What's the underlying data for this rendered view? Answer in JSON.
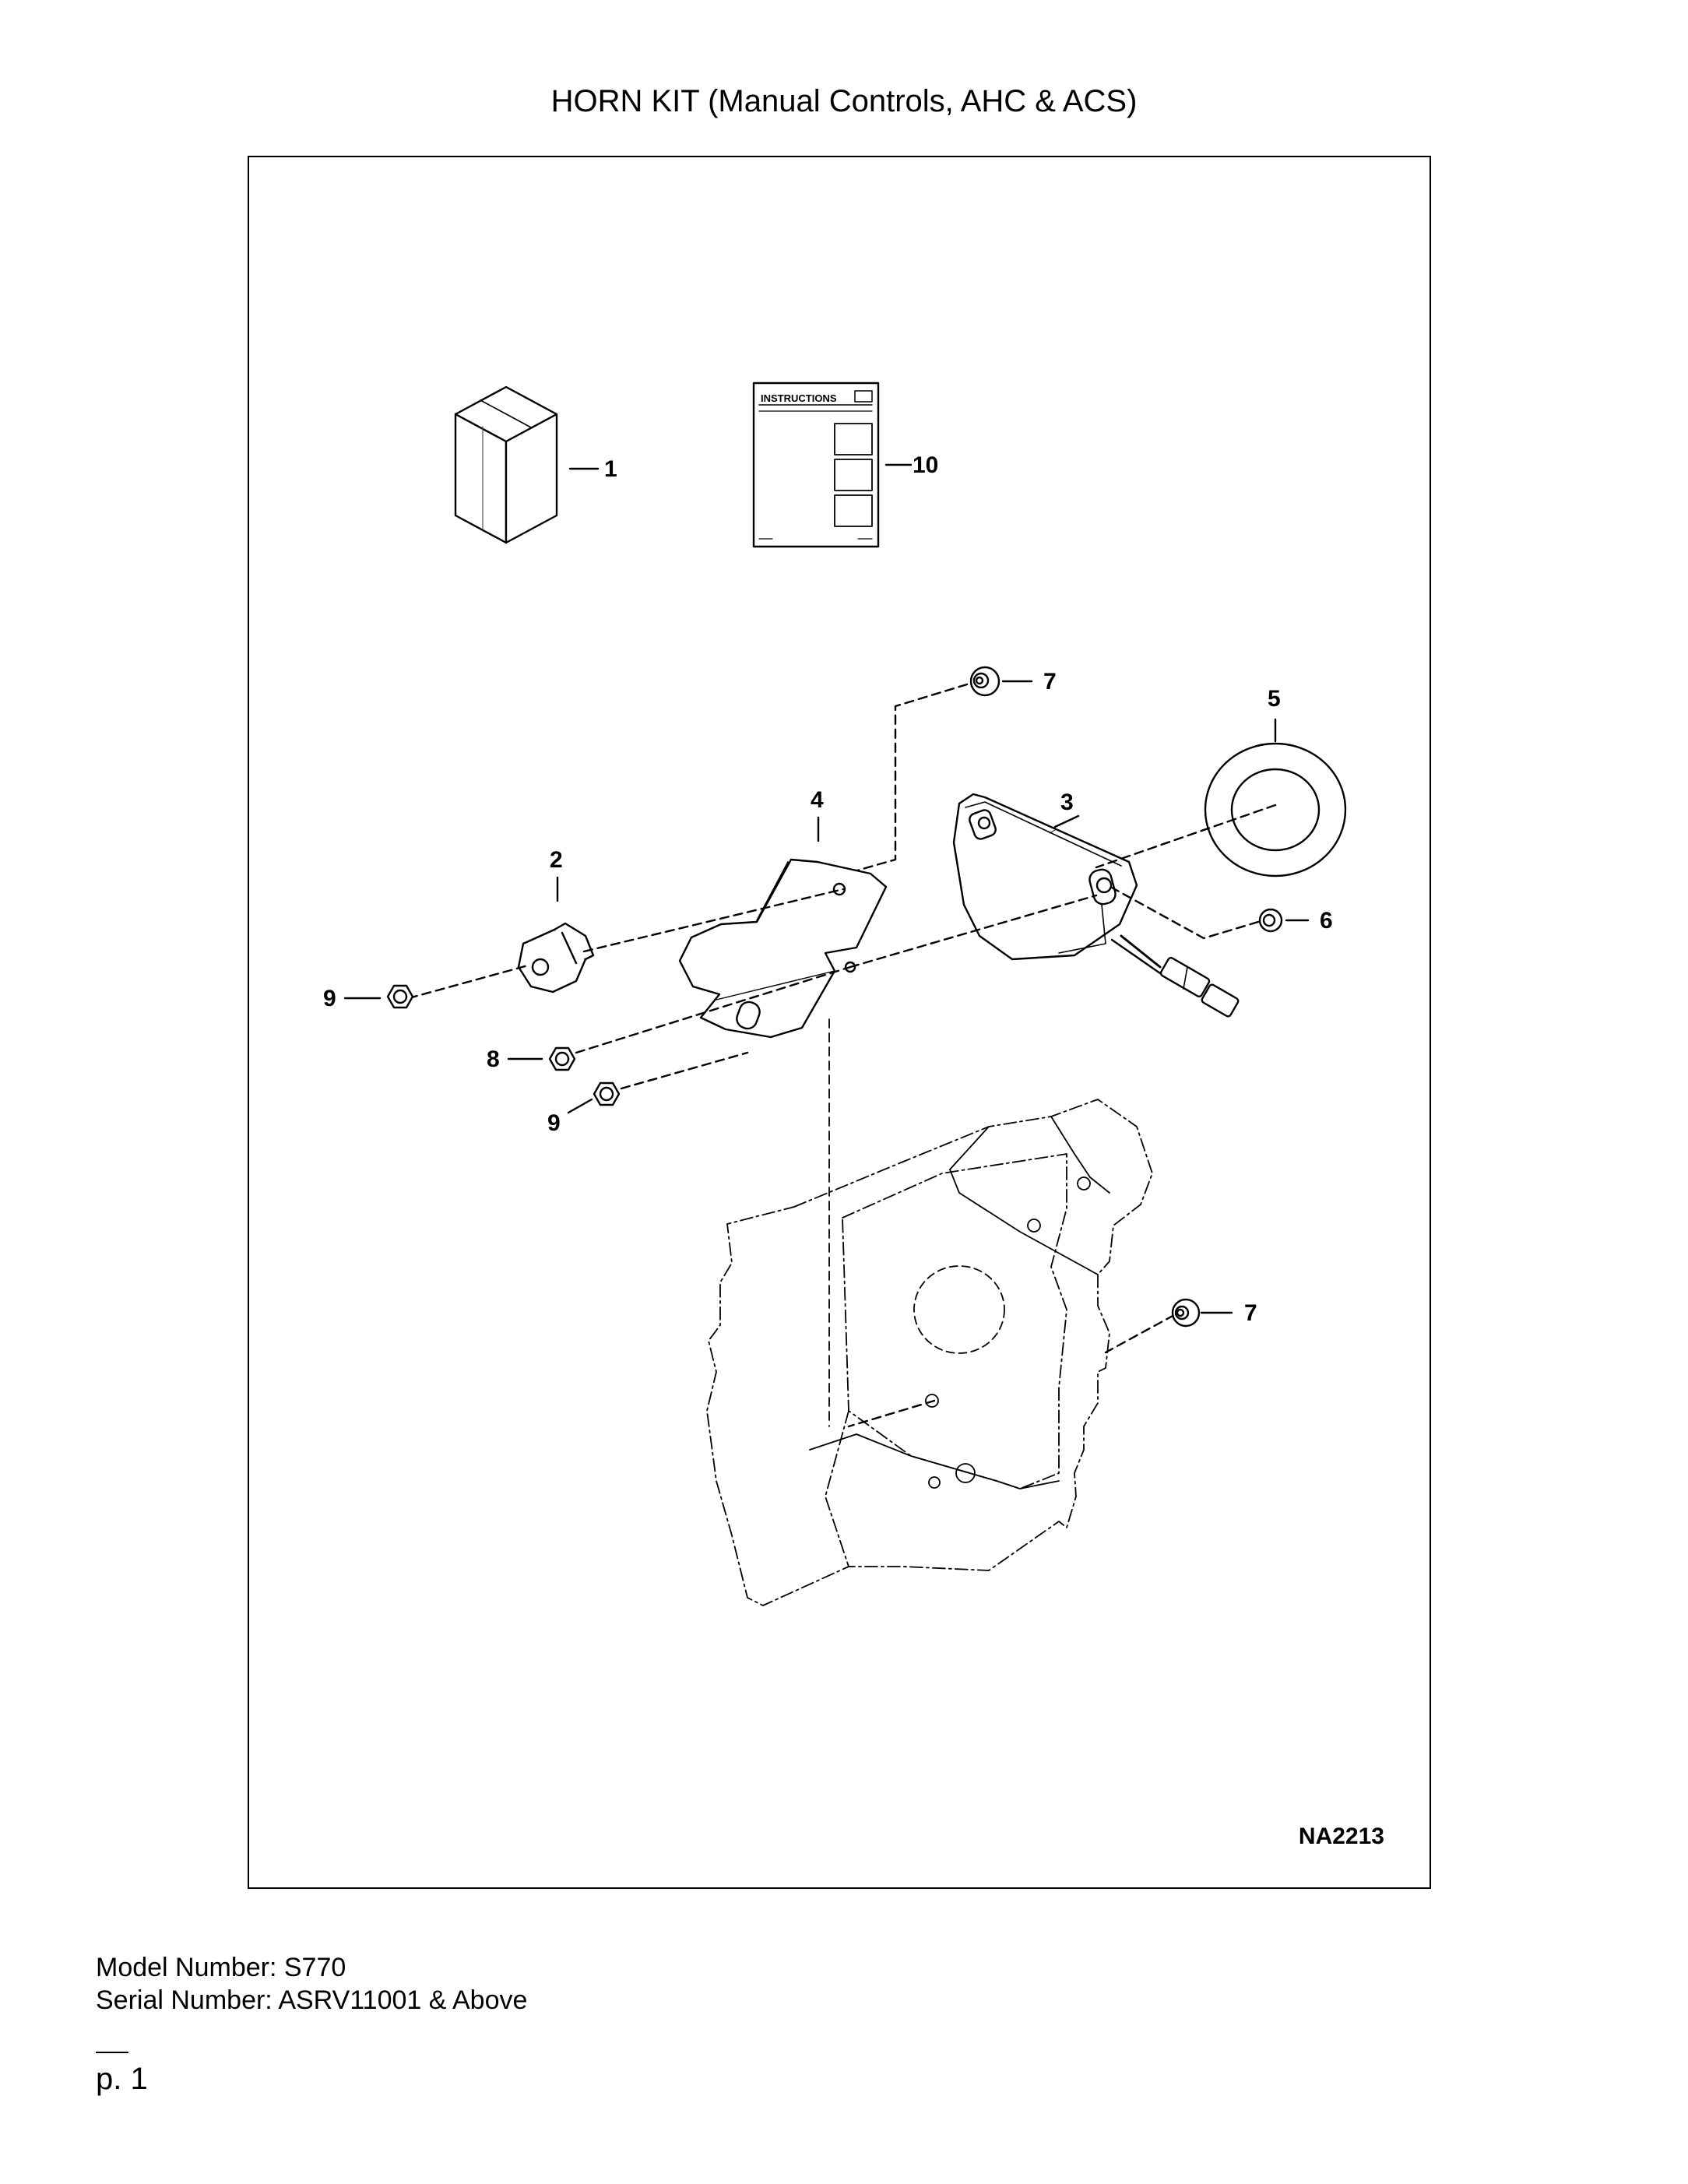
{
  "document": {
    "title": "HORN KIT (Manual Controls, AHC & ACS)",
    "figure_id": "NA2213",
    "instructions_label": "INSTRUCTIONS",
    "callouts": {
      "c1": "1",
      "c2": "2",
      "c3": "3",
      "c4": "4",
      "c5": "5",
      "c6": "6",
      "c7a": "7",
      "c7b": "7",
      "c8": "8",
      "c9a": "9",
      "c9b": "9",
      "c10": "10"
    },
    "model_number": "Model Number: S770",
    "serial_number": "Serial Number: ASRV11001 & Above",
    "page_number": "p. 1"
  }
}
